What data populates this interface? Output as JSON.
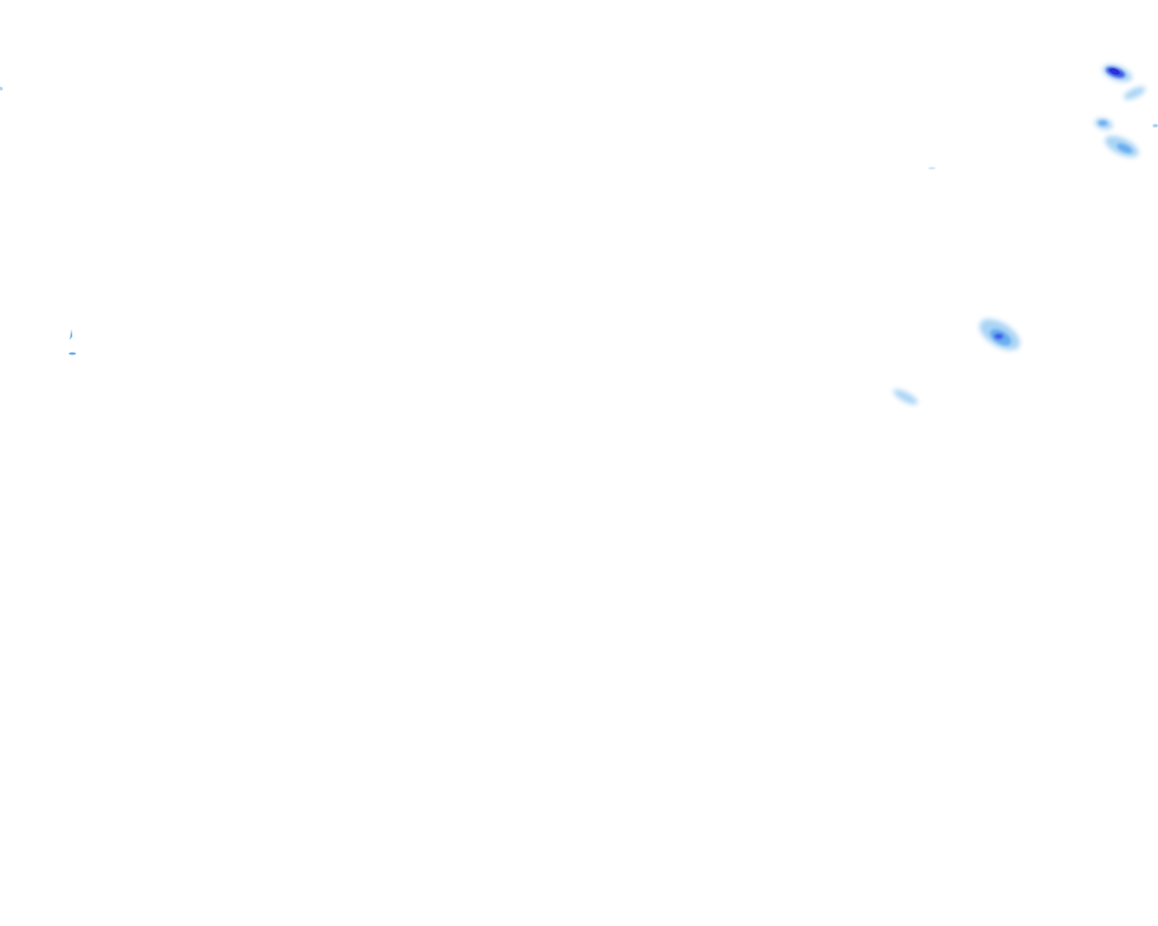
{
  "map": {
    "layer": "precipitation-radar-overlay",
    "background_color": "#ffffff",
    "colors": {
      "light": "#a9d4f5",
      "medium": "#6aaef0",
      "heavy": "#3a55e6",
      "intense": "#2b2fd9"
    },
    "echoes": [
      {
        "id": "echo-ne-1",
        "intensity": "intense"
      },
      {
        "id": "echo-ne-2",
        "intensity": "light"
      },
      {
        "id": "echo-ne-3",
        "intensity": "medium"
      },
      {
        "id": "echo-ne-4",
        "intensity": "medium"
      },
      {
        "id": "echo-e-1",
        "intensity": "heavy"
      },
      {
        "id": "echo-e-2",
        "intensity": "light"
      },
      {
        "id": "echo-w-1",
        "intensity": "medium"
      }
    ]
  }
}
